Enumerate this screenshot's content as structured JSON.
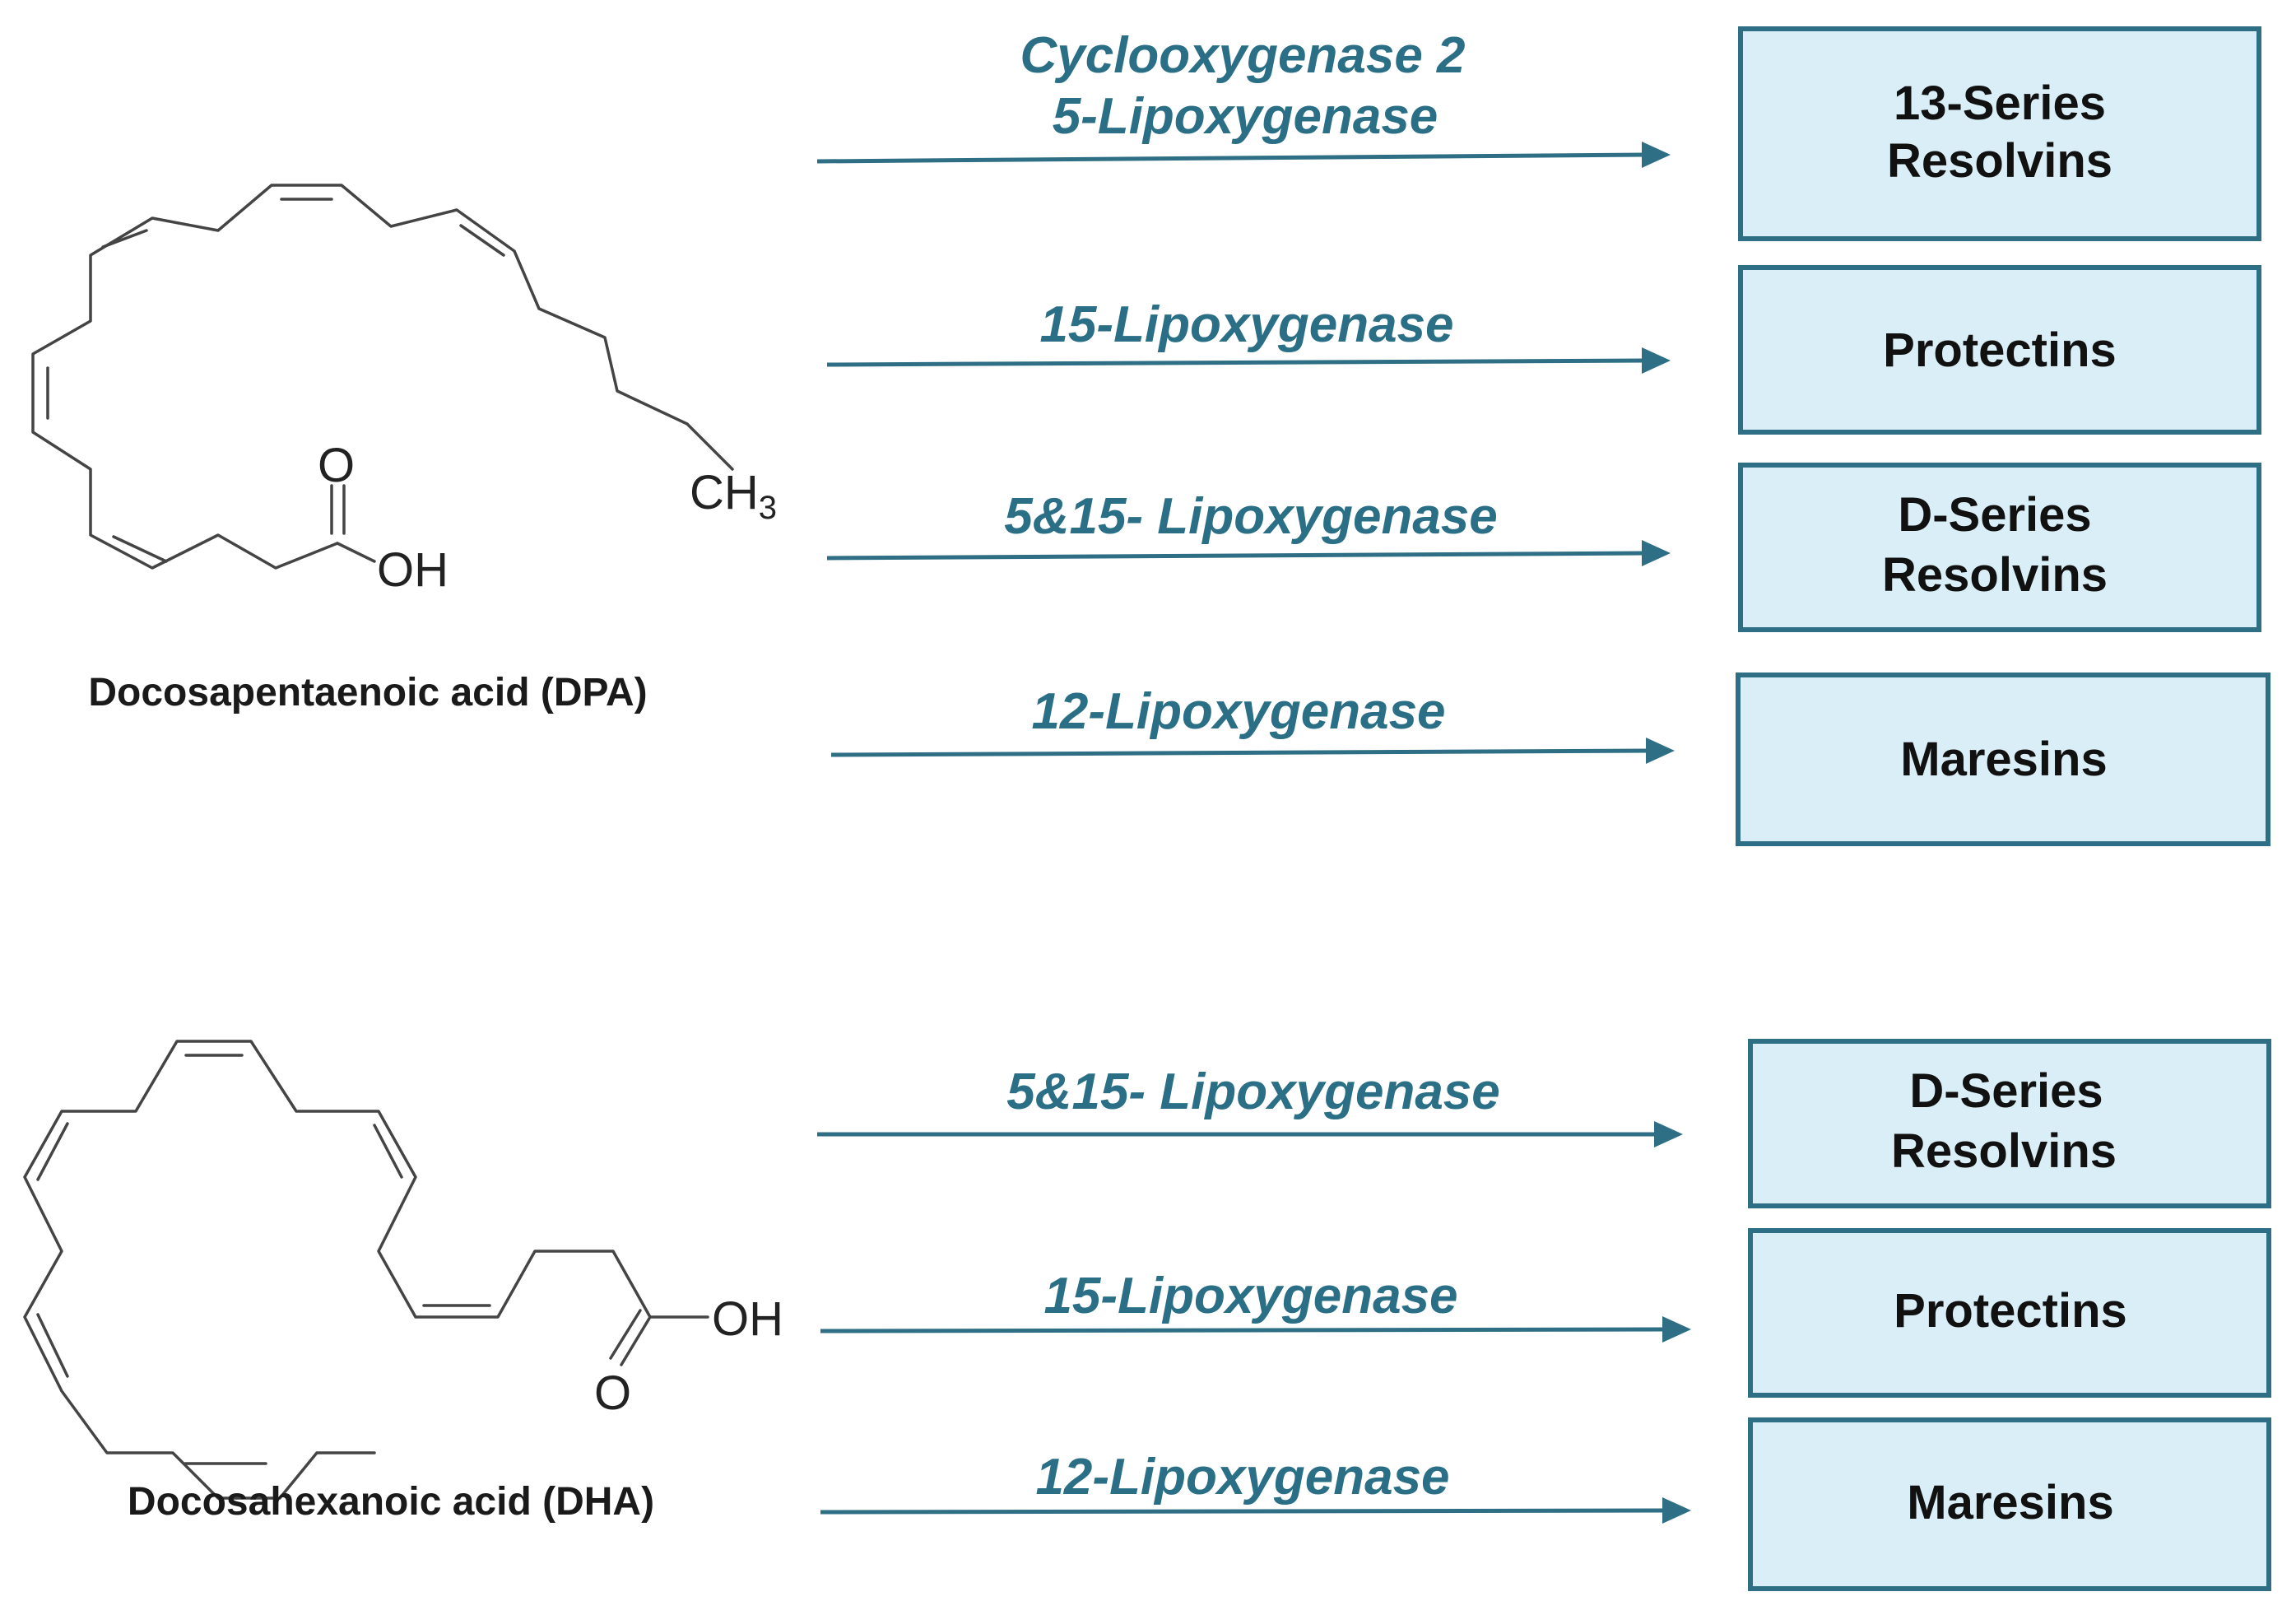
{
  "dpa": {
    "name": "Docosapentaenoic acid (DPA)",
    "atoms": {
      "ch3": "CH",
      "ch3_sub": "3",
      "oxygen": "O",
      "hydroxyl": "OH"
    },
    "pathways": [
      {
        "enzyme_line1": "Cyclooxygenase 2",
        "enzyme_line2": "5-Lipoxygenase",
        "product_line1": "13-Series",
        "product_line2": "Resolvins"
      },
      {
        "enzyme_line1": "15-Lipoxygenase",
        "product_line1": "Protectins"
      },
      {
        "enzyme_line1": "5&15- Lipoxygenase",
        "product_line1": "D-Series",
        "product_line2": "Resolvins"
      },
      {
        "enzyme_line1": "12-Lipoxygenase",
        "product_line1": "Maresins"
      }
    ]
  },
  "dha": {
    "name": "Docosahexanoic acid (DHA)",
    "atoms": {
      "hydroxyl": "OH",
      "oxygen": "O"
    },
    "pathways": [
      {
        "enzyme_line1": "5&15- Lipoxygenase",
        "product_line1": "D-Series",
        "product_line2": "Resolvins"
      },
      {
        "enzyme_line1": "15-Lipoxygenase",
        "product_line1": "Protectins"
      },
      {
        "enzyme_line1": "12-Lipoxygenase",
        "product_line1": "Maresins"
      }
    ]
  },
  "colors": {
    "accent": "#2e6f85",
    "enzyme_text": "#2a6f86",
    "box_fill": "#d9eef6",
    "product_text": "#111111"
  }
}
